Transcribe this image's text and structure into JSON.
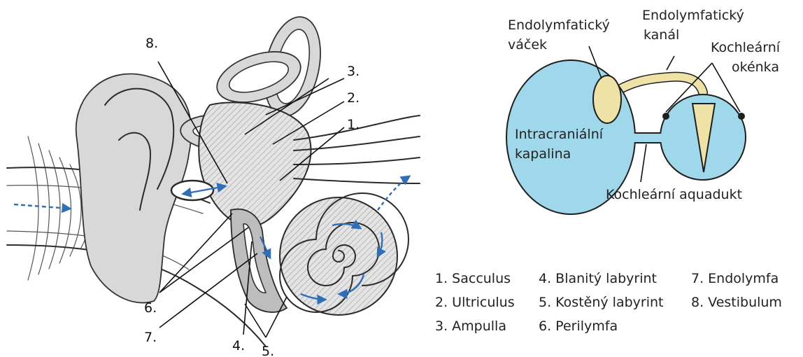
{
  "left_figure": {
    "numbers": [
      "8.",
      "3.",
      "2.",
      "1.",
      "6.",
      "7.",
      "4.",
      "5."
    ]
  },
  "right_figure": {
    "labels": {
      "endolymph_sac": [
        "Endolymfatický",
        "váček"
      ],
      "endolymph_duct": [
        "Endolymfatický",
        "kanál"
      ],
      "cochlear_windows": [
        "Kochleární",
        "okénka"
      ],
      "intracranial_fluid": [
        "Intracraniální",
        "kapalina"
      ],
      "cochlear_aqueduct": "Kochleární aquadukt"
    },
    "colors": {
      "fluid_fill": "#9ed8ea",
      "fluid_stroke": "#1f1f1f",
      "sac_fill": "#efe2a6"
    }
  },
  "legend": [
    [
      "1. Sacculus",
      "4. Blanitý labyrint",
      "7. Endolymfa"
    ],
    [
      "2. Ultriculus",
      "5. Kostěný labyrint",
      "8. Vestibulum"
    ],
    [
      "3. Ampulla",
      "6. Perilymfa",
      ""
    ]
  ]
}
